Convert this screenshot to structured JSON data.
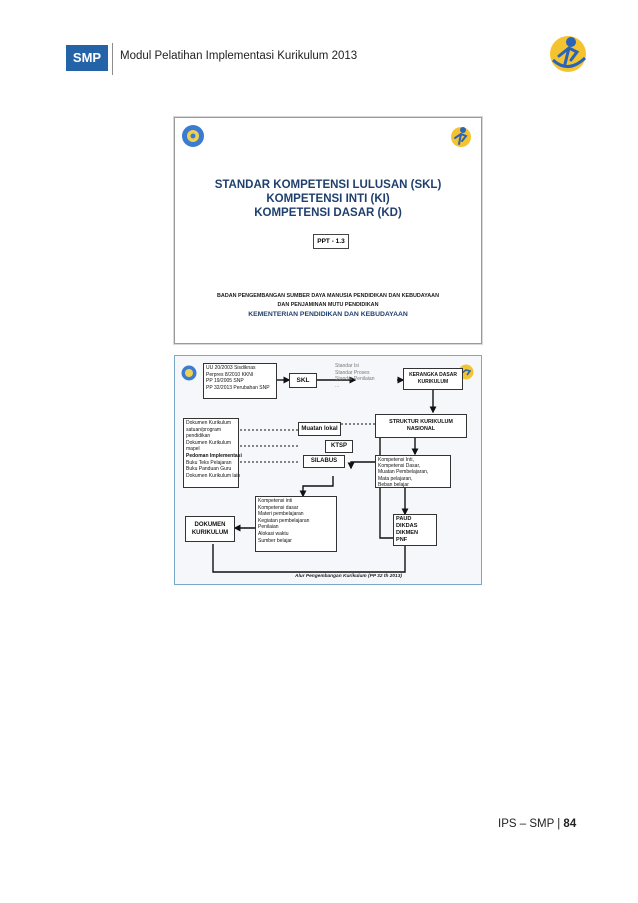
{
  "header": {
    "tag": "SMP",
    "title": "Modul Pelatihan Implementasi Kurikulum 2013"
  },
  "slide1": {
    "title_lines": [
      "STANDAR KOMPETENSI LULUSAN (SKL)",
      "KOMPETENSI INTI (KI)",
      "KOMPETENSI DASAR (KD)"
    ],
    "code": "PPT - 1.3",
    "footer_line1": "BADAN PENGEMBANGAN SUMBER DAYA MANUSIA PENDIDIKAN DAN KEBUDAYAAN",
    "footer_line2": "DAN PENJAMINAN MUTU PENDIDIKAN",
    "footer_line3": "KEMENTERIAN  PENDIDIKAN  DAN KEBUDAYAAN"
  },
  "slide2": {
    "regulations": [
      "UU 20/2003 Sisdiknas",
      "Perpres 8/2010 KKNI",
      "PP 19/2005 SNP",
      "PP 32/2013 Perubahan SNP"
    ],
    "skl": "SKL",
    "standards": [
      "Standar Isi",
      "Standar Proses",
      "Standar Penilaian",
      "..."
    ],
    "kerangka": [
      "KERANGKA DASAR",
      "KURIKULUM"
    ],
    "dokumen_list": [
      "Dokumen Kurikulum",
      "satuan/program",
      "pendidikan",
      "Dokumen Kurikulum",
      "mapel",
      "Pedoman Implementasi",
      "Buku Teks Pelajaran",
      "Buku Panduan Guru",
      "Dokumen Kurikulum lain"
    ],
    "muatan_lokal": "Muatan lokal",
    "ktsp": "KTSP",
    "silabus": "SILABUS",
    "struktur": [
      "STRUKTUR KURIKULUM",
      "NASIONAL"
    ],
    "kompetensi_list": [
      "Kompetensi Inti,",
      "Kompetensi Dasar,",
      "Muatan Pembelajaran,",
      "Mata pelajaran,",
      "Beban belajar"
    ],
    "silabus_items": [
      "Kompetensi inti",
      "Kompetensi dasar",
      "Materi pembelajaran",
      "Kegiatan pembelajaran",
      "Penilaian",
      "Alokasi waktu",
      "Sumber belajar"
    ],
    "dokumen_kurikulum": [
      "DOKUMEN",
      "KURIKULUM"
    ],
    "jenjang": [
      "PAUD",
      "DIKDAS",
      "DIKMEN",
      "PNF"
    ],
    "caption": "Alur Pengembangan  Kurikulum (PP 32 th 2013)"
  },
  "footer": {
    "label": "IPS – SMP |",
    "page": "84"
  }
}
